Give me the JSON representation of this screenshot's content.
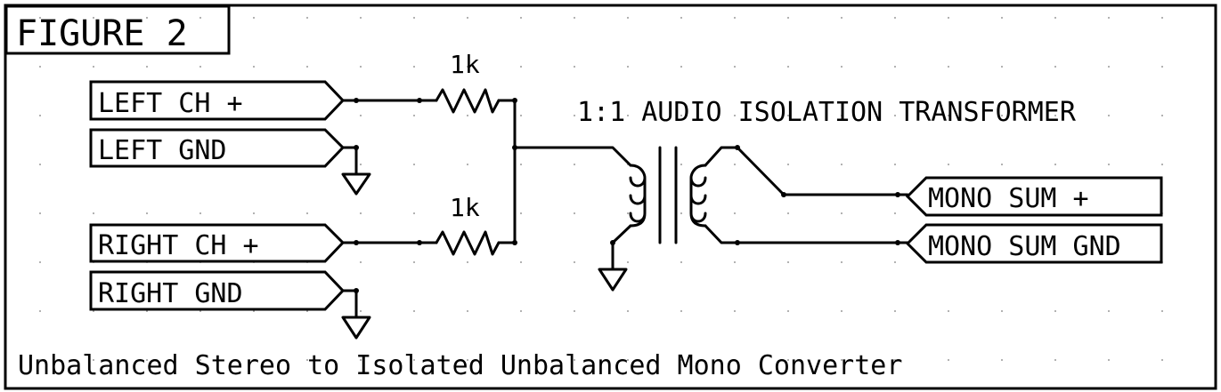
{
  "figure_label": "FIGURE 2",
  "caption": "Unbalanced Stereo to Isolated Unbalanced Mono Converter",
  "transformer_label": "1:1 AUDIO ISOLATION TRANSFORMER",
  "resistors": {
    "r1_value": "1k",
    "r2_value": "1k"
  },
  "ports": {
    "left_ch_plus": "LEFT CH +",
    "left_gnd": "LEFT GND",
    "right_ch_plus": "RIGHT CH +",
    "right_gnd": "RIGHT GND",
    "mono_sum_plus": "MONO SUM +",
    "mono_sum_gnd": "MONO SUM GND"
  }
}
